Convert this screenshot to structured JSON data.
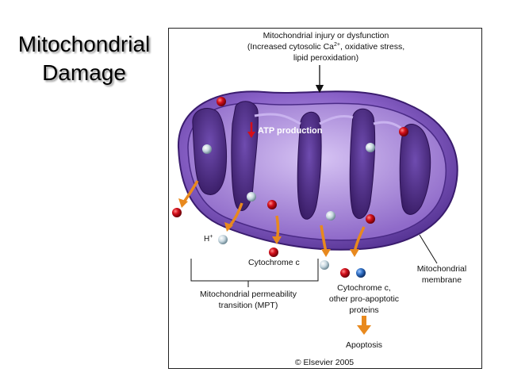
{
  "slide": {
    "title_line1": "Mitochondrial",
    "title_line2": "Damage"
  },
  "figure": {
    "injury_line1": "Mitochondrial injury or dysfunction",
    "injury_line2a": "(Increased cytosolic Ca",
    "injury_superscript": "2+",
    "injury_line2b": ", oxidative stress,",
    "injury_line3": "lipid peroxidation)",
    "atp_label": "ATP production",
    "h_label": "H",
    "h_superscript": "+",
    "cytochrome_label": "Cytochrome c",
    "mpt_line1": "Mitochondrial permeability",
    "mpt_line2": "transition (MPT)",
    "membrane_line1": "Mitochondrial",
    "membrane_line2": "membrane",
    "proapoptotic_line1": "Cytochrome c,",
    "proapoptotic_line2": "other pro-apoptotic",
    "proapoptotic_line3": "proteins",
    "apoptosis_label": "Apoptosis",
    "copyright": "© Elsevier 2005"
  },
  "colors": {
    "mito_outer": "#6a45a8",
    "mito_inner": "#a98ad8",
    "mito_dark": "#3d2070",
    "arrow_orange": "#e8891e",
    "red_ball": "#d40f1a",
    "blue_ball": "#2f6fc4",
    "white_ball": "#c8d8e0"
  }
}
